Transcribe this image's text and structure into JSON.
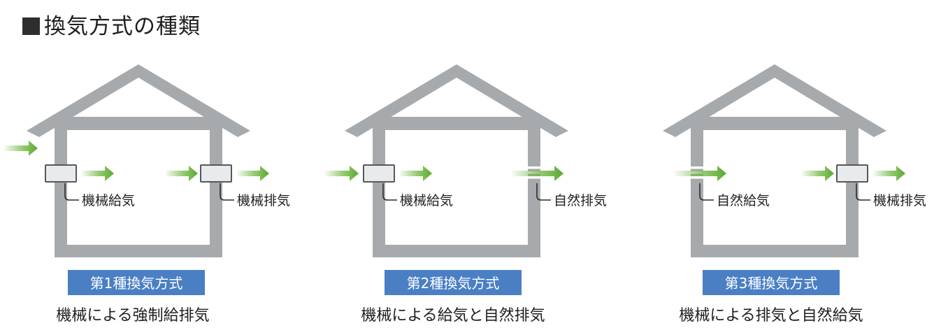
{
  "title": "換気方式の種類",
  "colors": {
    "wall": "#a7aaad",
    "arrow": "#6fb83f",
    "badge": "#4a7fc4",
    "vent": "#e9eaeb",
    "text": "#222222"
  },
  "icons": [
    "house-icon",
    "airflow-arrow-icon",
    "vent-icon"
  ],
  "types": [
    {
      "badge": "第1種換気方式",
      "description": "機械による強制給排気",
      "supply": {
        "method": "mechanical",
        "label": "機械給気"
      },
      "exhaust": {
        "method": "mechanical",
        "label": "機械排気"
      }
    },
    {
      "badge": "第2種換気方式",
      "description": "機械による給気と自然排気",
      "supply": {
        "method": "mechanical",
        "label": "機械給気"
      },
      "exhaust": {
        "method": "natural",
        "label": "自然排気"
      }
    },
    {
      "badge": "第3種換気方式",
      "description": "機械による排気と自然給気",
      "supply": {
        "method": "natural",
        "label": "自然給気"
      },
      "exhaust": {
        "method": "mechanical",
        "label": "機械排気"
      }
    }
  ]
}
